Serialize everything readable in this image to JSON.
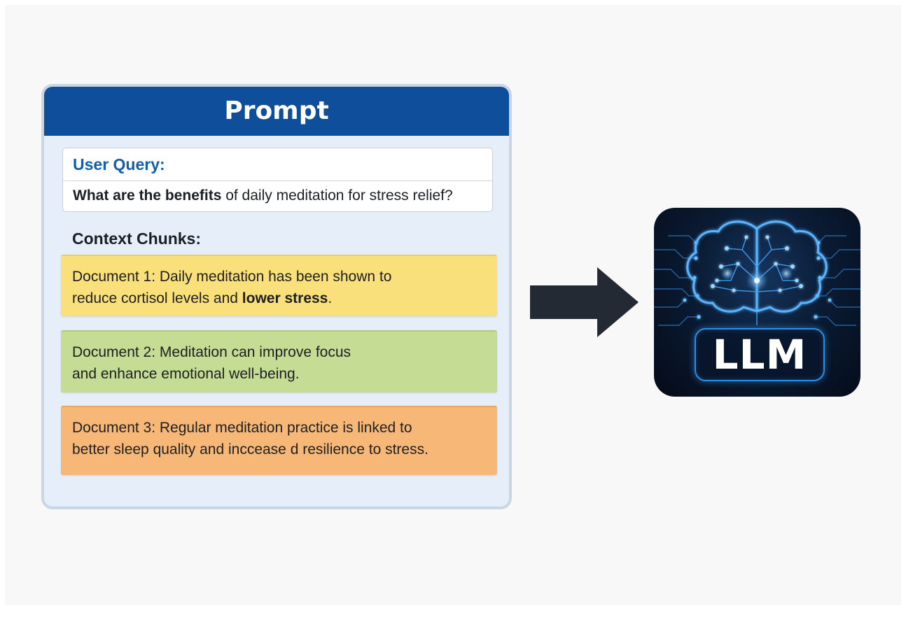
{
  "prompt": {
    "title": "Prompt",
    "user_query_label": "User Query:",
    "query_bold": "What are the benefits",
    "query_rest": " of daily meditation for stress relief?",
    "context_label": "Context Chunks:",
    "documents": [
      {
        "line1": "Document 1: Daily meditation has been shown to",
        "line2_plain": "reduce cortisol levels and ",
        "line2_bold": "lower stress",
        "line2_end": ".",
        "color": "#f9e07a"
      },
      {
        "line1": "Document 2: Meditation can improve focus",
        "line2": "and enhance emotional well-being.",
        "color": "#c4dc93"
      },
      {
        "line1": "Document 3: Regular meditation practice is linked to",
        "line2": "better sleep quality and inccease d resilience to stress.",
        "color": "#f7b877"
      }
    ]
  },
  "arrow": {
    "icon": "right-arrow-icon",
    "color": "#242a33"
  },
  "llm": {
    "label": "LLM",
    "icon": "brain-circuit-icon",
    "glow_color": "#4aa8ff"
  },
  "colors": {
    "header_blue": "#0e4e9a",
    "label_blue": "#135ea9",
    "panel_bg": "#e6eff9"
  }
}
